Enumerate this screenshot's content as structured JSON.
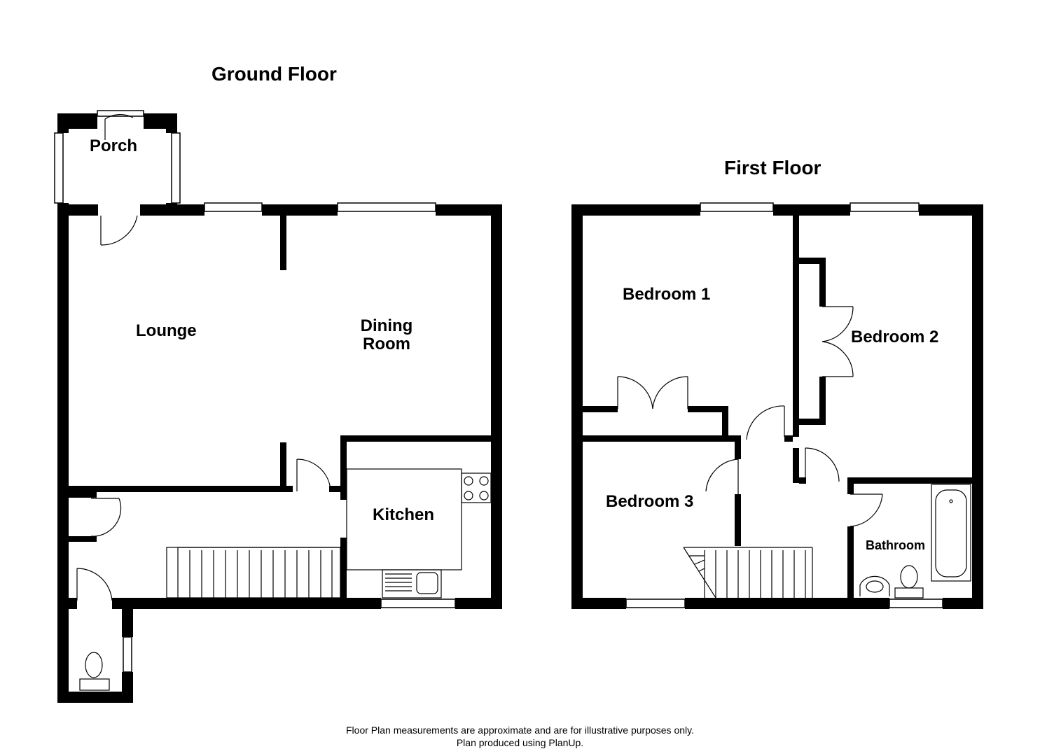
{
  "ground_floor": {
    "title": "Ground Floor",
    "rooms": {
      "porch": "Porch",
      "lounge": "Lounge",
      "dining_room_line1": "Dining",
      "dining_room_line2": "Room",
      "kitchen": "Kitchen"
    }
  },
  "first_floor": {
    "title": "First Floor",
    "rooms": {
      "bedroom_1": "Bedroom 1",
      "bedroom_2": "Bedroom 2",
      "bedroom_3": "Bedroom 3",
      "bathroom": "Bathroom"
    }
  },
  "footer": {
    "line1": "Floor Plan measurements are approximate and are for illustrative purposes only.",
    "line2": "Plan produced using PlanUp."
  },
  "colors": {
    "wall": "#000000",
    "background": "#ffffff",
    "fixture_stroke": "#000000"
  }
}
